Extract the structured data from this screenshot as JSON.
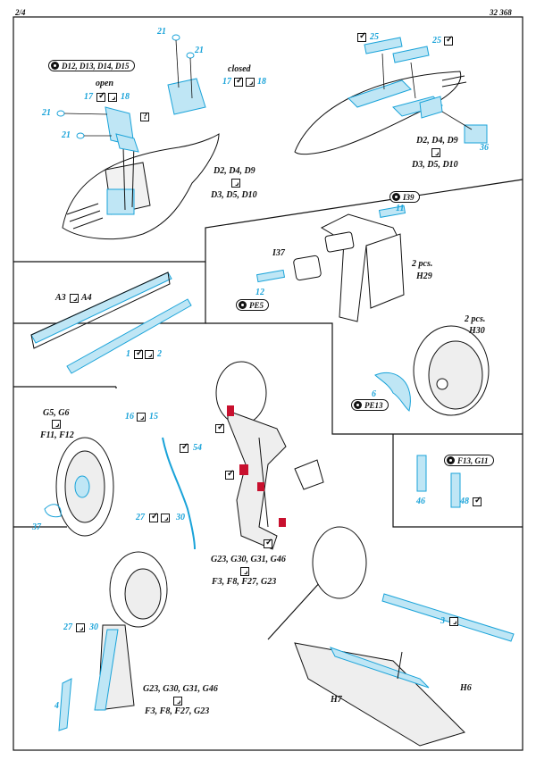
{
  "header": {
    "page": "2/4",
    "code": "32 368"
  },
  "upper_left": {
    "pill": "D12, D13, D14, D15",
    "open_label": "open",
    "closed_label": "closed",
    "n17a": "17",
    "n18a": "18",
    "n17b": "17",
    "n18b": "18",
    "n21a": "21",
    "n21b": "21",
    "n21c": "21",
    "n21d": "21",
    "ref_line1": "D2, D4, D9",
    "ref_line2": "D3, D5, D10"
  },
  "upper_right": {
    "n25a": "25",
    "n25b": "25",
    "n36": "36",
    "ref_line1": "D2, D4, D9",
    "ref_line2": "D3, D5, D10"
  },
  "mid_right": {
    "pill_i39": "I39",
    "n11": "11",
    "i37": "I37",
    "n12": "12",
    "pill_pe5": "PE5",
    "h29_pcs": "2 pcs.",
    "h29": "H29"
  },
  "mid_left": {
    "a3": "A3",
    "a4": "A4",
    "n1": "1",
    "n2": "2"
  },
  "wheel_right": {
    "pcs": "2 pcs.",
    "h30": "H30",
    "n6": "6",
    "pill_pe13": "PE13"
  },
  "left_wheel": {
    "g5g6": "G5, G6",
    "f11f12": "F11, F12",
    "n37": "37"
  },
  "center_gear": {
    "n16": "16",
    "n15": "15",
    "n54": "54",
    "n27": "27",
    "n30": "30",
    "ref_line1": "G23, G30, G31, G46",
    "ref_line2": "F3, F8, F27, G23"
  },
  "detail_box": {
    "pill": "F13, G11",
    "n46": "46",
    "n48": "48"
  },
  "bottom_left": {
    "n27": "27",
    "n30": "30",
    "n4": "4",
    "ref_line1": "G23, G30, G31, G46",
    "ref_line2": "F3, F8, F27, G23"
  },
  "bottom_right": {
    "n3": "3",
    "h6": "H6",
    "h7": "H7"
  },
  "colors": {
    "part_blue": "#1aa3d9",
    "part_fill": "#bfe6f5",
    "red": "#c8102e",
    "line": "#111111"
  }
}
